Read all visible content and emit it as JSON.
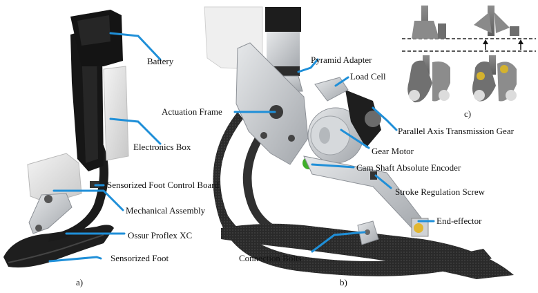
{
  "colors": {
    "leader": "#1f8fd8",
    "carbon": "#2b2b2b",
    "carbon_dark": "#1a1a1a",
    "aluminum": "#c9ccd0",
    "aluminum_dark": "#9ea2a7",
    "housing": "#e8e8e8",
    "black_part": "#151515",
    "green_encoder": "#3fae2a",
    "gray_part": "#7a7a7a"
  },
  "panel_a": {
    "caption": "a)",
    "labels": {
      "battery": "Battery",
      "electronics_box": "Electronics Box",
      "foot_control_board": "Sensorized Foot Control Board",
      "mechanical_assembly": "Mechanical Assembly",
      "ossur": "Ossur Proflex XC",
      "sensorized_foot": "Sensorized Foot"
    }
  },
  "panel_b": {
    "caption": "b)",
    "labels": {
      "pyramid_adapter": "Pyramid Adapter",
      "load_cell": "Load Cell",
      "actuation_frame": "Actuation Frame",
      "parallel_gear": "Parallel Axis Transmission Gear",
      "gear_motor": "Gear Motor",
      "cam_encoder": "Cam Shaft Absolute Encoder",
      "stroke_screw": "Stroke Regulation Screw",
      "end_effector": "End-effector",
      "connection_bolts": "Connection Bolts"
    }
  },
  "panel_c": {
    "caption": "c)"
  }
}
